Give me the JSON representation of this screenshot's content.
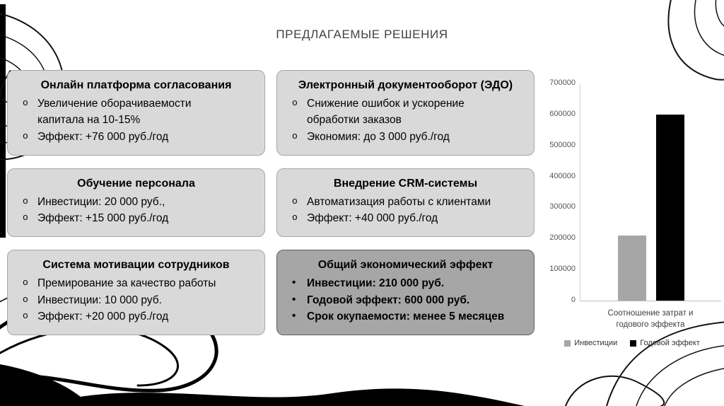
{
  "slide": {
    "title": "ПРЕДЛАГАЕМЫЕ РЕШЕНИЯ"
  },
  "cards": [
    {
      "title": "Онлайн платформа согласования",
      "bullets": [
        "Увеличение оборачиваемости капитала на 10-15%",
        "Эффект: +76 000 руб./год"
      ]
    },
    {
      "title": "Электронный документооборот (ЭДО)",
      "bullets": [
        "Снижение ошибок и ускорение обработки заказов",
        "Экономия: до 3 000 руб./год"
      ]
    },
    {
      "title": "Обучение персонала",
      "bullets": [
        "Инвестиции: 20 000 руб.,",
        "Эффект: +15 000 руб./год"
      ]
    },
    {
      "title": "Внедрение CRM-системы",
      "bullets": [
        "Автоматизация работы с клиентами",
        "Эффект: +40 000 руб./год"
      ]
    },
    {
      "title": "Система мотивации сотрудников",
      "bullets": [
        "Премирование за качество работы",
        "Инвестиции: 10 000 руб.",
        "Эффект: +20 000 руб./год"
      ]
    },
    {
      "title": "Общий экономический эффект",
      "bullets": [
        "Инвестиции: 210 000 руб.",
        "Годовой эффект: 600 000 руб.",
        "Срок окупаемости: менее 5 месяцев"
      ]
    }
  ],
  "chart_data": {
    "type": "bar",
    "categories": [
      "Соотношение затрат и годового эффекта"
    ],
    "series": [
      {
        "name": "Инвестиции",
        "values": [
          210000
        ],
        "color": "#a6a6a6"
      },
      {
        "name": "Годовой эффект",
        "values": [
          600000
        ],
        "color": "#000000"
      }
    ],
    "title": "",
    "xlabel": "Соотношение затрат и годового эффекта",
    "ylabel": "",
    "ylim": [
      0,
      700000
    ],
    "yticks": [
      0,
      100000,
      200000,
      300000,
      400000,
      500000,
      600000,
      700000
    ],
    "grid": false,
    "legend_position": "bottom"
  }
}
